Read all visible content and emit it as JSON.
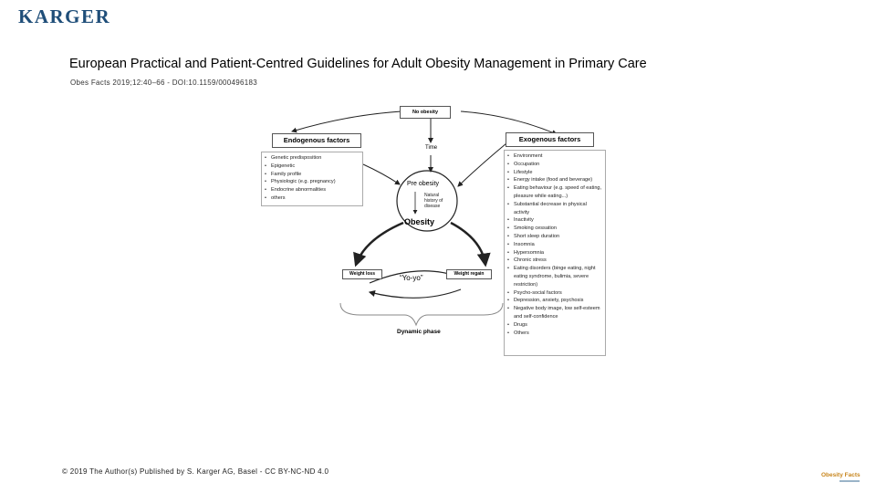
{
  "header": {
    "logo": "KARGER",
    "title": "European Practical and Patient-Centred Guidelines for Adult Obesity Management in Primary Care",
    "citation": "Obes Facts 2019;12:40–66 - DOI:10.1159/000496183"
  },
  "diagram": {
    "no_obesity": "No obesity",
    "time": "Time",
    "pre_obesity": "Pre obesity",
    "natural_history": [
      "Natural",
      "history of",
      "disease"
    ],
    "obesity": "Obesity",
    "endogenous": {
      "title": "Endogenous factors",
      "items": [
        "Genetic predisposition",
        "Epigenetic",
        "Family profile",
        "Physiologic (e.g. pregnancy)",
        "Endocrine abnormalities",
        "others"
      ]
    },
    "exogenous": {
      "title": "Exogenous factors",
      "items": [
        "Environment",
        "Occupation",
        "Lifestyle",
        "Energy intake (food and beverage)",
        "Eating behaviour (e.g. speed of eating, pleasure while eating...)",
        "Substantial decrease in physical activity",
        "Inactivity",
        "Smoking cessation",
        "Short sleep duration",
        "Insomnia",
        "Hypersomnia",
        "Chronic stress",
        "Eating disorders (binge eating, night eating syndrome, bulimia, severe restriction)",
        "Psycho-social factors",
        "Depression, anxiety, psychosis",
        "Negative body image, low self-esteem and self-confidence",
        "Drugs",
        "Others"
      ]
    },
    "weight_loss": "Weight loss",
    "weight_regain": "Weight regain",
    "yoyo": "“Yo-yo”",
    "dynamic_phase": "Dynamic phase"
  },
  "footer": {
    "copyright": "© 2019 The Author(s) Published by S. Karger AG, Basel - CC BY-NC-ND 4.0",
    "badge": "Obesity Facts"
  }
}
